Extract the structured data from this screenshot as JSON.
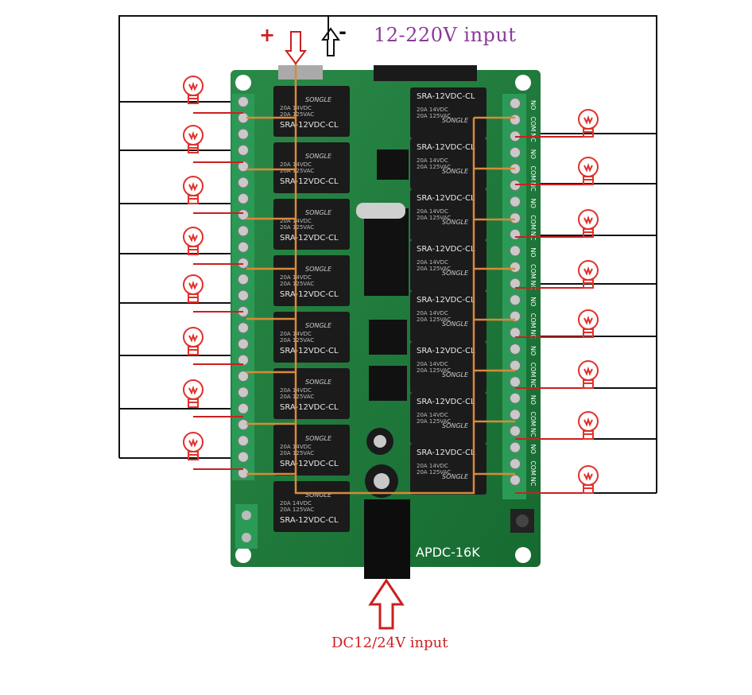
{
  "labels": {
    "plus": "+",
    "minus": "-",
    "voltage_input": "12-220V input",
    "dc_input": "DC12/24V  input"
  },
  "board": {
    "model": "APDC-16K",
    "relay_part": "SRA-12VDC-CL",
    "relay_brand": "SONGLE",
    "relay_rating_1": "20A 14VDC",
    "relay_rating_2": "20A 125VAC",
    "terminal_labels": [
      "NO",
      "COM",
      "NC"
    ],
    "relay_count": 16,
    "lamp_count": 16
  },
  "colors": {
    "pcb": "#1f7a3a",
    "wire_black": "#111111",
    "wire_red": "#cc1f1f",
    "wire_orange": "#d98a3a",
    "lamp": "#e0312b",
    "terminal": "#2c9a57",
    "relay_body": "#1b1b1b",
    "label_purple": "#8a3a9a"
  },
  "icons": {
    "lamp": "light-bulb-icon",
    "arrow_down": "arrow-down-icon",
    "arrow_up": "arrow-up-icon"
  }
}
